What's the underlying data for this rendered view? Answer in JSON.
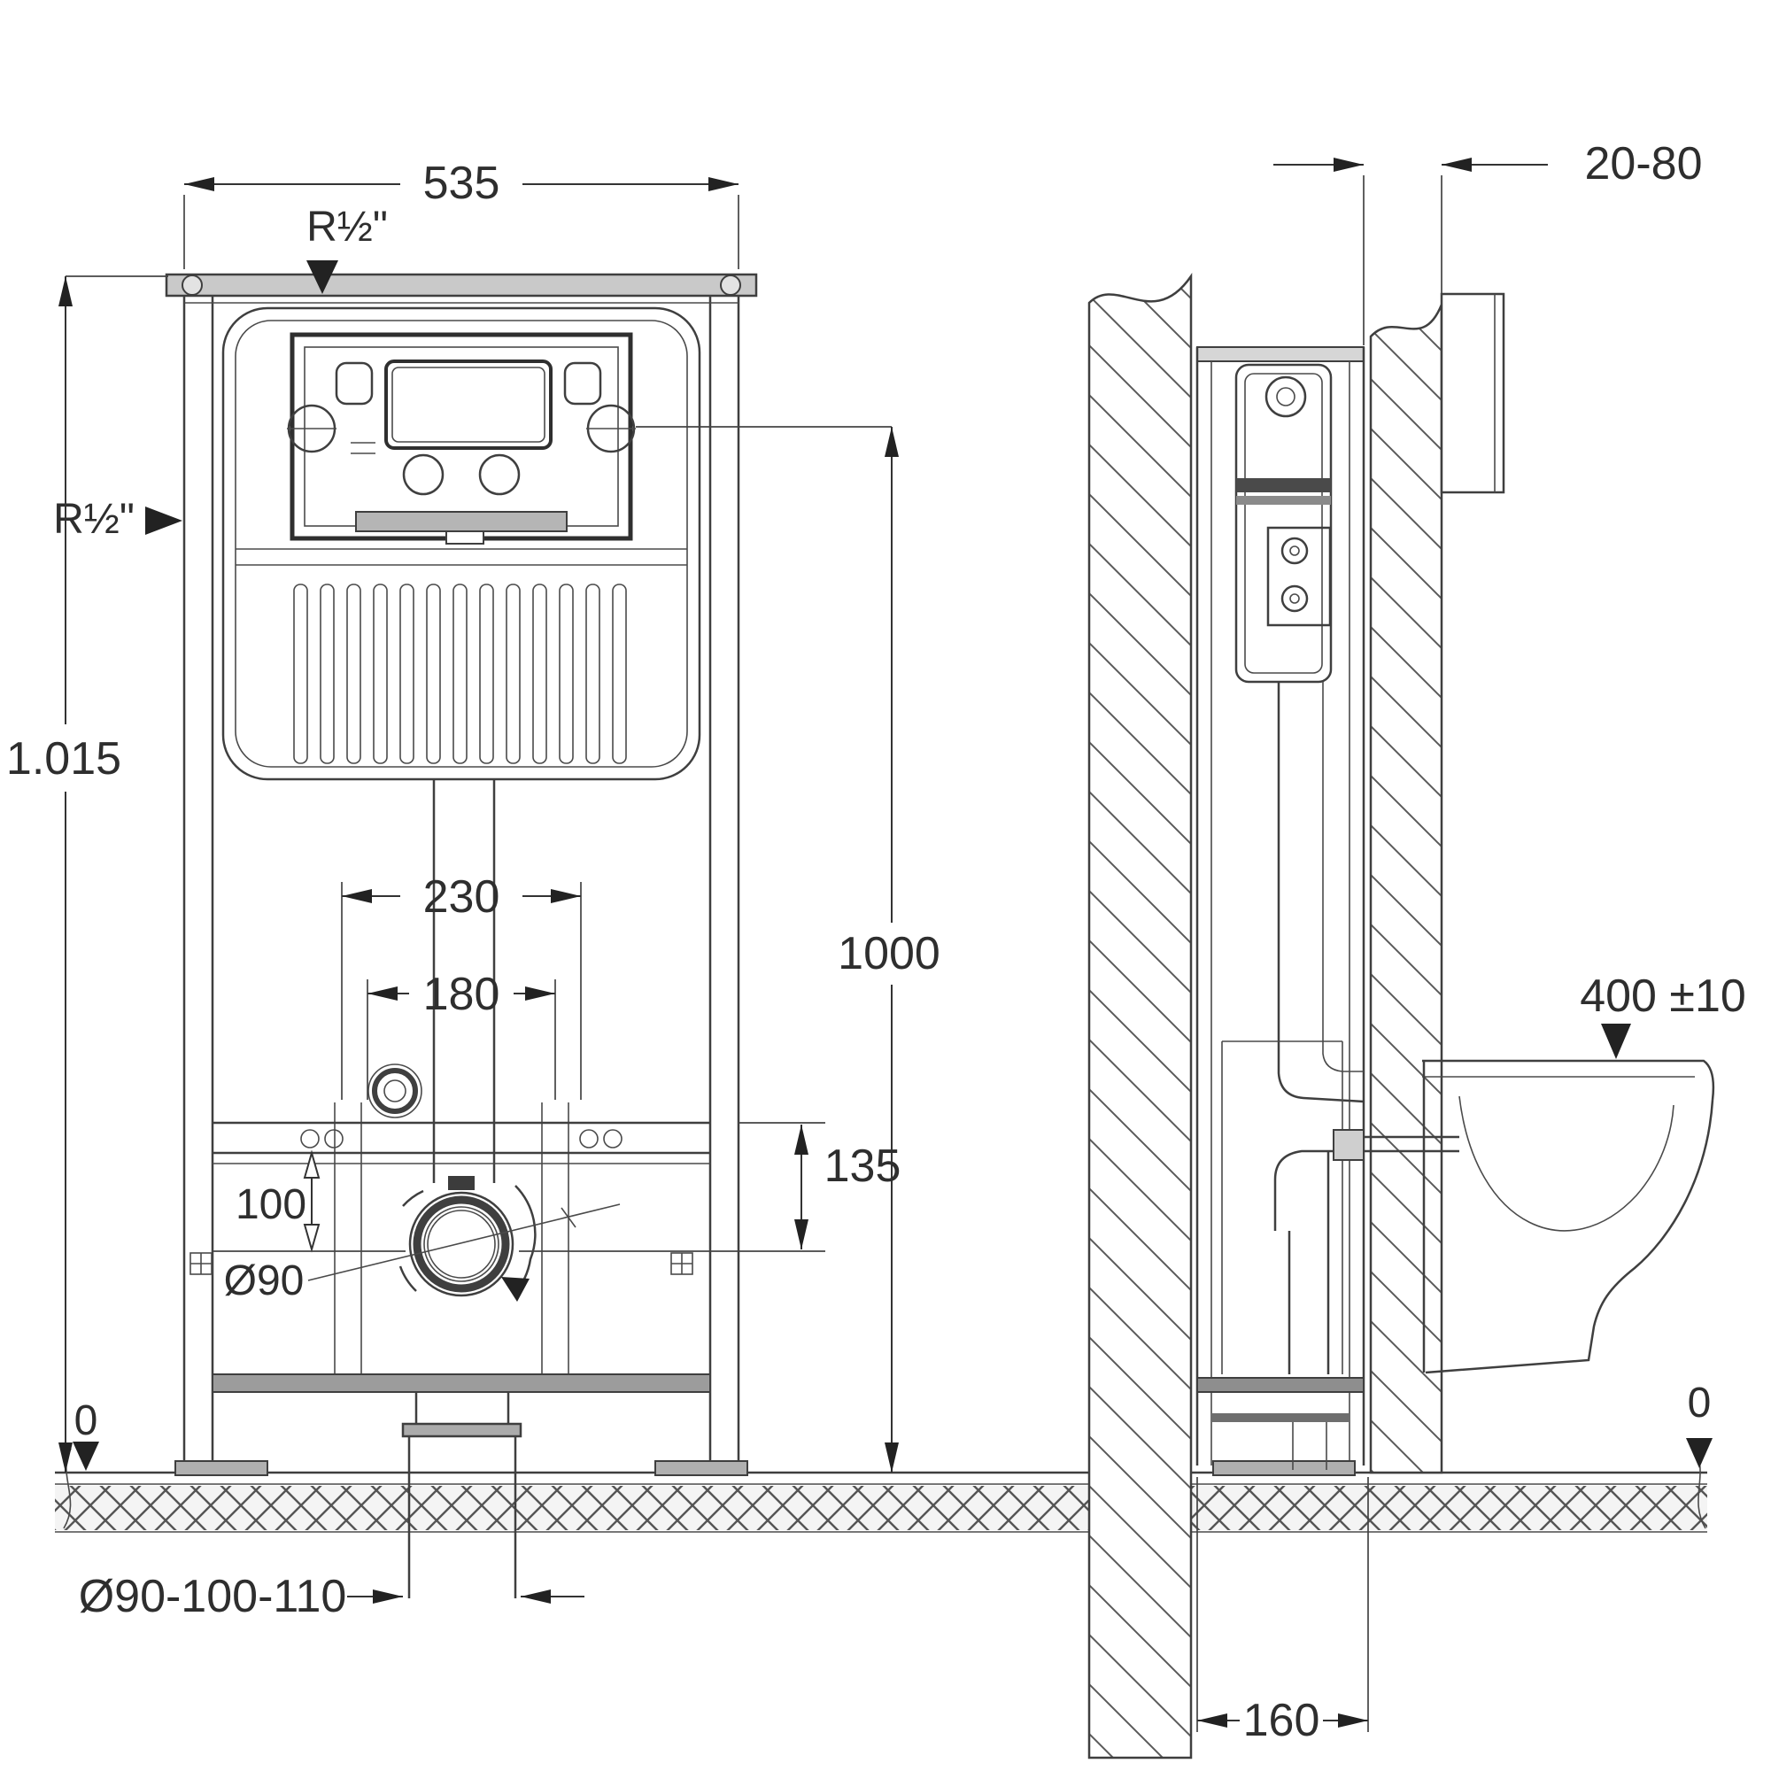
{
  "front_view": {
    "dimensions": {
      "width": "535",
      "inlet_top": "R½\"",
      "inlet_side": "R½\"",
      "overall_height": "1.015",
      "actuator_height": "1000",
      "fixing_span": "230",
      "pipe_span": "180",
      "inlet_offset": "100",
      "drain_offset": "135",
      "drain_diameter": "Ø90",
      "floor_level": "0",
      "outlet_diameters": "Ø90-100-110"
    }
  },
  "side_view": {
    "dimensions": {
      "wall_finish_thickness": "20-80",
      "bowl_height": "400 ±10",
      "frame_depth": "160",
      "floor_level": "0"
    }
  },
  "colors": {
    "line": "#3f3f3f",
    "dim_text": "#2e2e2e",
    "fill_light": "#c9c9c9",
    "fill_mid": "#9c9c9c",
    "background": "#ffffff"
  }
}
